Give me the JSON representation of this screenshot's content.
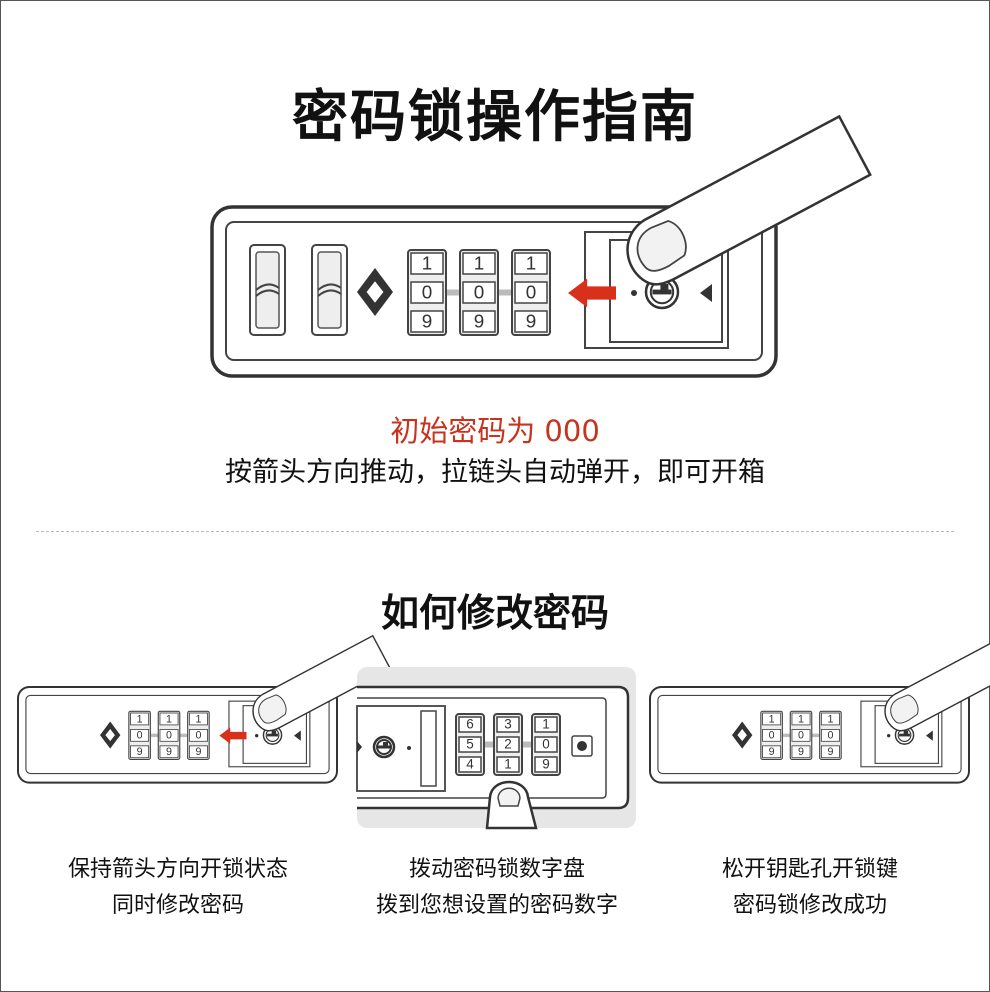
{
  "title": "密码锁操作指南",
  "main_lock": {
    "dials": [
      [
        "1",
        "0",
        "9"
      ],
      [
        "1",
        "0",
        "9"
      ],
      [
        "1",
        "0",
        "9"
      ]
    ]
  },
  "initial_code_text": "初始密码为 000",
  "instruction": "按箭头方向推动，拉链头自动弹开，即可开箱",
  "section_title": "如何修改密码",
  "steps": [
    {
      "dials": [
        [
          "1",
          "0",
          "9"
        ],
        [
          "1",
          "0",
          "9"
        ],
        [
          "1",
          "0",
          "9"
        ]
      ],
      "caption_line1": "保持箭头方向开锁状态",
      "caption_line2": "同时修改密码"
    },
    {
      "dials": [
        [
          "6",
          "5",
          "4"
        ],
        [
          "3",
          "2",
          "1"
        ],
        [
          "1",
          "0",
          "9"
        ]
      ],
      "caption_line1": "拨动密码锁数字盘",
      "caption_line2": "拨到您想设置的密码数字"
    },
    {
      "dials": [
        [
          "1",
          "0",
          "9"
        ],
        [
          "1",
          "0",
          "9"
        ],
        [
          "1",
          "0",
          "9"
        ]
      ],
      "caption_line1": "松开钥匙孔开锁键",
      "caption_line2": "密码锁修改成功"
    }
  ],
  "colors": {
    "accent": "#c8331d",
    "arrow": "#d9301c",
    "step2_bg": "#e6e6e6"
  }
}
